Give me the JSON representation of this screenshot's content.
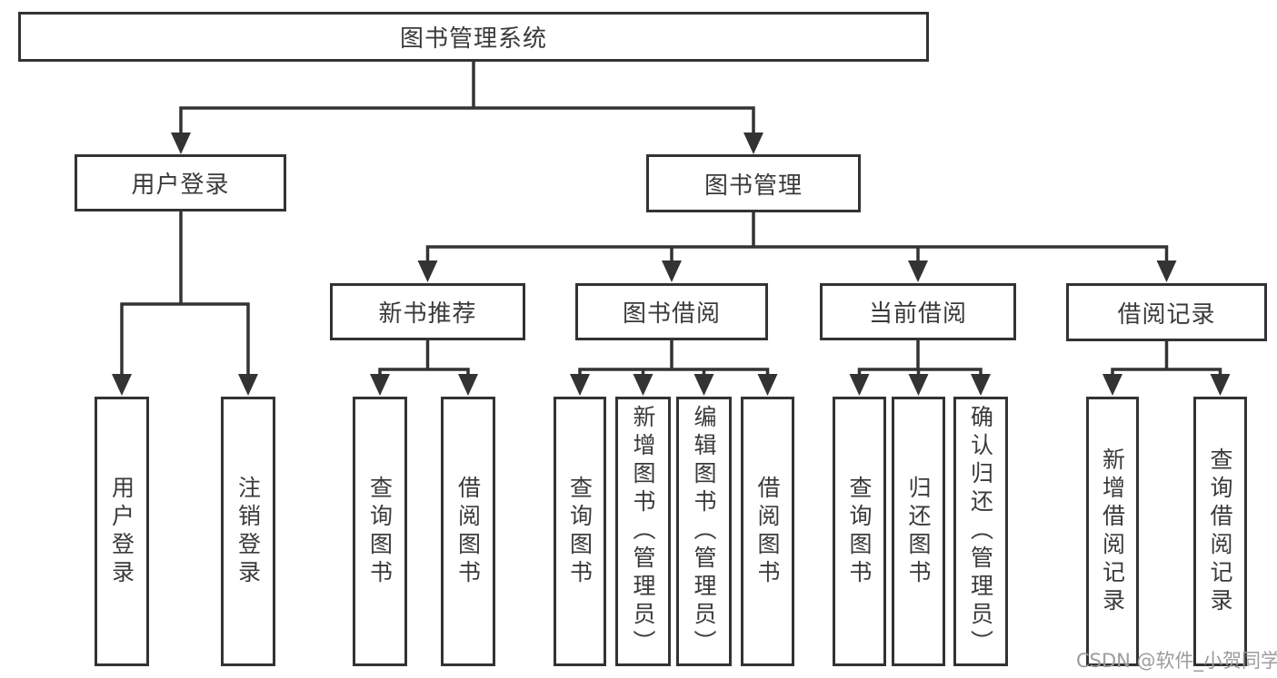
{
  "diagram_type": "hierarchy-tree",
  "tree": {
    "root": "图书管理系统",
    "children": [
      {
        "label": "用户登录",
        "children": [
          "用户登录",
          "注销登录"
        ]
      },
      {
        "label": "图书管理",
        "children": [
          {
            "label": "新书推荐",
            "children": [
              "查询图书",
              "借阅图书"
            ]
          },
          {
            "label": "图书借阅",
            "children": [
              "查询图书",
              "新增图书（管理员）",
              "编辑图书（管理员）",
              "借阅图书"
            ]
          },
          {
            "label": "当前借阅",
            "children": [
              "查询图书",
              "归还图书",
              "确认归还（管理员）"
            ]
          },
          {
            "label": "借阅记录",
            "children": [
              "新增借阅记录",
              "查询借阅记录"
            ]
          }
        ]
      }
    ]
  },
  "watermark": "CSDN @软件_小贺同学",
  "colors": {
    "line": "#333333",
    "box_border": "#333333",
    "text": "#3a3a3a",
    "watermark": "#9c9c9c",
    "background": "#ffffff"
  }
}
